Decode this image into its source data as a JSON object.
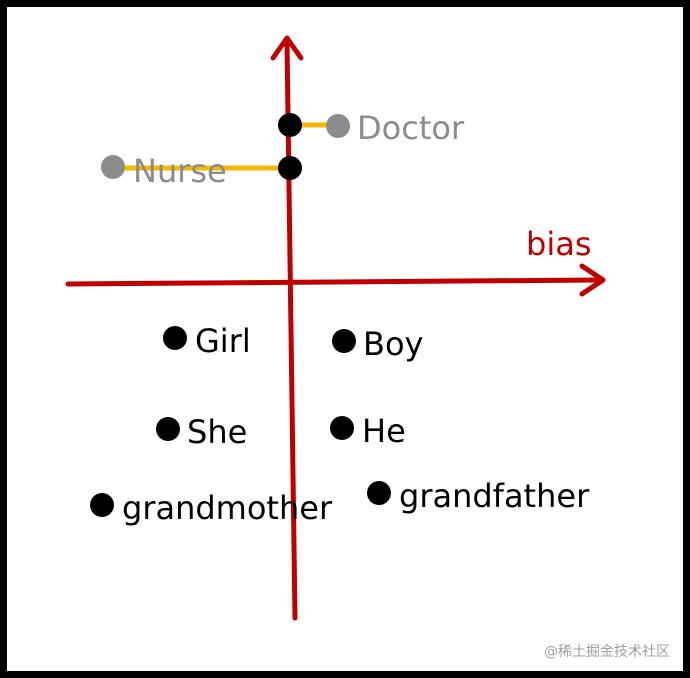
{
  "axis": {
    "x_label": "bias",
    "color": "#c00000"
  },
  "colors": {
    "projection_line": "#f5b800",
    "gray_point": "#8c8c8c",
    "black_point": "#000000"
  },
  "projected_words": [
    {
      "key": "doctor",
      "label": "Doctor"
    },
    {
      "key": "nurse",
      "label": "Nurse"
    }
  ],
  "words": [
    {
      "key": "girl",
      "label": "Girl"
    },
    {
      "key": "boy",
      "label": "Boy"
    },
    {
      "key": "she",
      "label": "She"
    },
    {
      "key": "he",
      "label": "He"
    },
    {
      "key": "grandmother",
      "label": "grandmother"
    },
    {
      "key": "grandfather",
      "label": "grandfather"
    }
  ],
  "watermark": "@稀土掘金技术社区"
}
